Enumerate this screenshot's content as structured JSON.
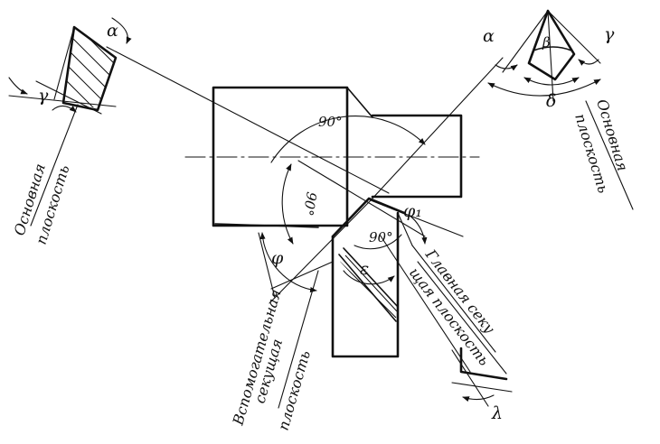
{
  "labels": {
    "osnovnaya_left_1": "Основная",
    "osnovnaya_left_2": "плоскость",
    "osnovnaya_right_1": "Основная",
    "osnovnaya_right_2": "плоскость",
    "vspom_1": "Вспомогательная",
    "vspom_2": "секущая",
    "vspom_3": "плоскость",
    "glavnaya_1": "Главная секу",
    "glavnaya_2": "щая плоскость"
  },
  "angles": {
    "right_angle_top": "90°",
    "right_angle_left": "90°",
    "right_angle_bottom": "90°",
    "alpha": "α",
    "gamma": "γ",
    "beta": "β",
    "delta": "δ",
    "phi": "φ",
    "phi1": "φ₁",
    "epsilon": "ε",
    "lambda": "λ"
  },
  "colors": {
    "ink": "#111111",
    "paper": "#ffffff"
  }
}
